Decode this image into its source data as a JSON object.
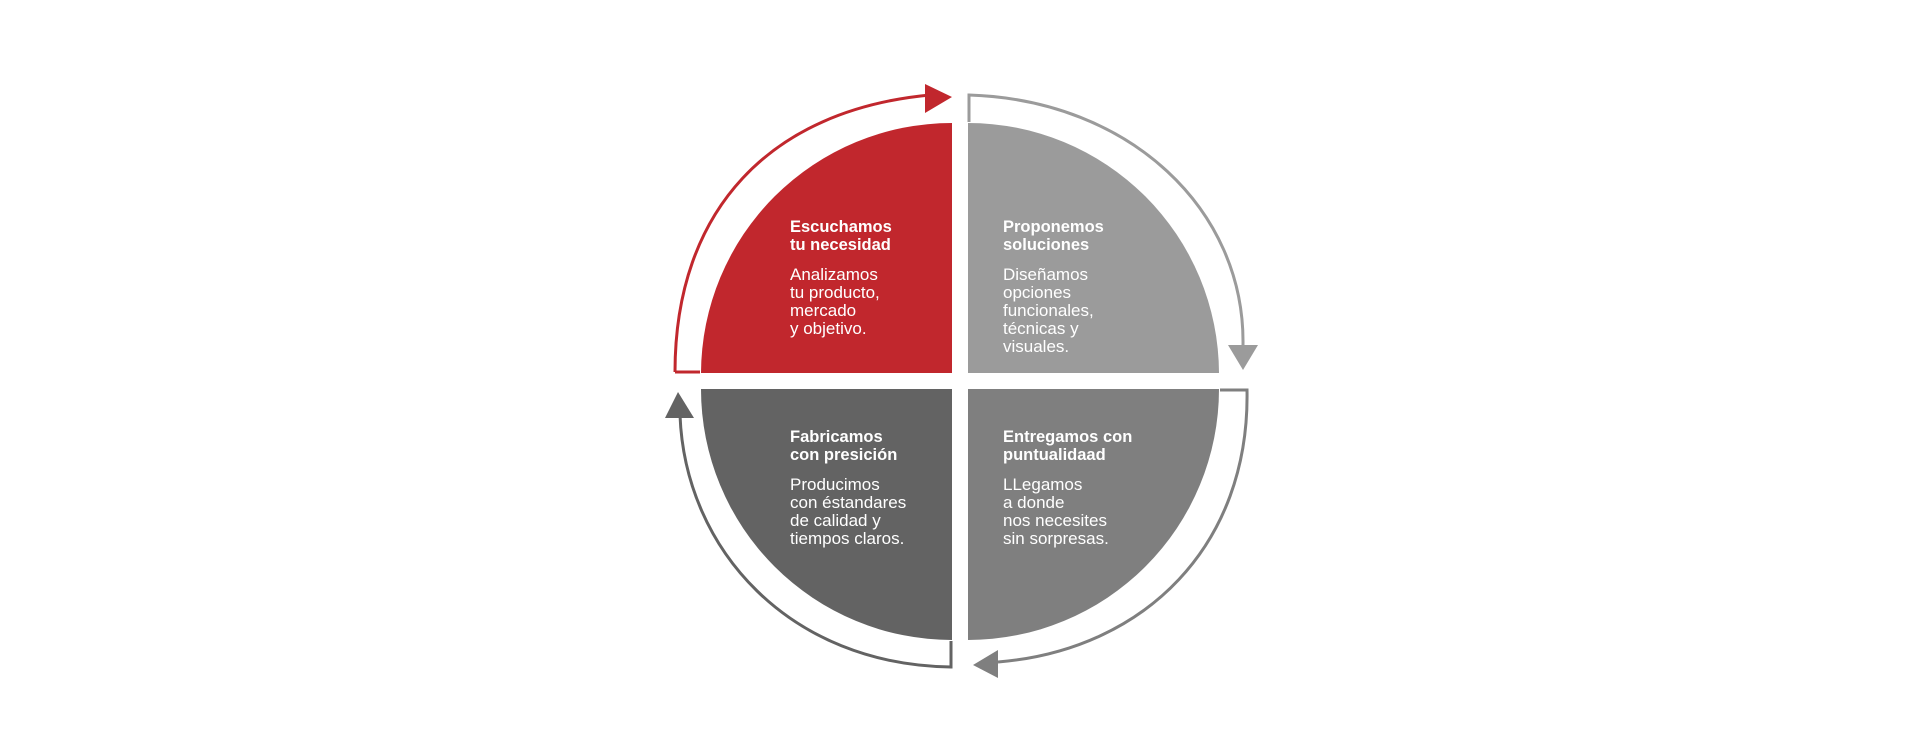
{
  "colors": {
    "listen_fill": "#c1272d",
    "propose_fill": "#9b9b9b",
    "deliver_fill": "#7f7f7f",
    "make_fill": "#636363",
    "listen_arrow": "#c1272d",
    "propose_arrow": "#9b9b9b",
    "deliver_arrow": "#7f7f7f",
    "make_arrow": "#636363",
    "text": "#ffffff"
  },
  "quadrants": {
    "listen": {
      "title": "Escuchamos\ntu necesidad",
      "body": "Analizamos\ntu producto,\nmercado\ny objetivo."
    },
    "propose": {
      "title": "Proponemos\nsoluciones",
      "body": "Diseñamos\nopciones\nfuncionales,\ntécnicas y\nvisuales."
    },
    "deliver": {
      "title": "Entregamos con\npuntualidaad",
      "body": "LLegamos\na donde\nnos necesites\nsin sorpresas."
    },
    "make": {
      "title": "Fabricamos\ncon presición",
      "body": "Producimos\ncon éstandares\nde calidad y\ntiempos claros."
    }
  }
}
